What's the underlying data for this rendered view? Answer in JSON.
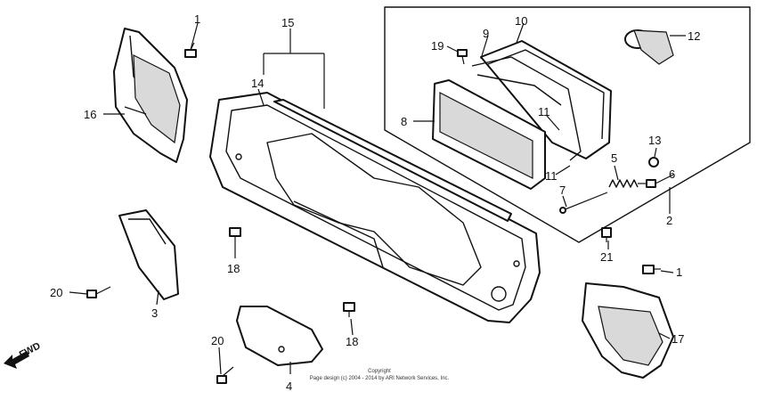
{
  "callouts": [
    {
      "id": "1a",
      "text": "1"
    },
    {
      "id": "1b",
      "text": "1"
    },
    {
      "id": "2",
      "text": "2"
    },
    {
      "id": "3",
      "text": "3"
    },
    {
      "id": "4",
      "text": "4"
    },
    {
      "id": "5",
      "text": "5"
    },
    {
      "id": "6",
      "text": "6"
    },
    {
      "id": "7",
      "text": "7"
    },
    {
      "id": "8",
      "text": "8"
    },
    {
      "id": "9",
      "text": "9"
    },
    {
      "id": "10",
      "text": "10"
    },
    {
      "id": "11a",
      "text": "11"
    },
    {
      "id": "11b",
      "text": "11"
    },
    {
      "id": "12",
      "text": "12"
    },
    {
      "id": "13",
      "text": "13"
    },
    {
      "id": "14",
      "text": "14"
    },
    {
      "id": "15",
      "text": "15"
    },
    {
      "id": "16",
      "text": "16"
    },
    {
      "id": "17",
      "text": "17"
    },
    {
      "id": "18a",
      "text": "18"
    },
    {
      "id": "18b",
      "text": "18"
    },
    {
      "id": "19",
      "text": "19"
    },
    {
      "id": "20a",
      "text": "20"
    },
    {
      "id": "20b",
      "text": "20"
    },
    {
      "id": "21",
      "text": "21"
    }
  ],
  "fwd_label": "FWD",
  "footer": {
    "line1": "Copyright",
    "line2": "Page design (c) 2004 - 2014 by ARI Network Services, Inc."
  }
}
